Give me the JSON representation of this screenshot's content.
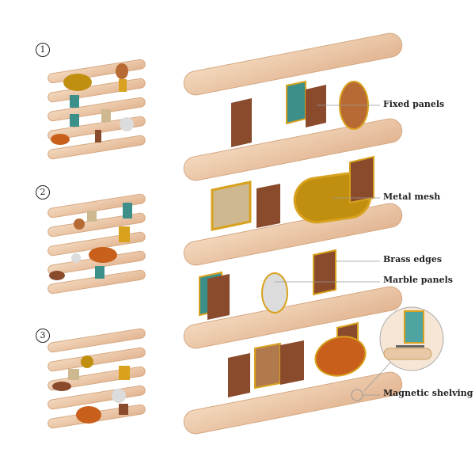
{
  "variants": [
    "1",
    "2",
    "3"
  ],
  "callouts": {
    "fixed_panels": "Fixed panels",
    "metal_mesh": "Metal mesh",
    "brass_edges": "Brass edges",
    "marble_panels": "Marble panels",
    "magnetic_shelving": "Magnetic shelving"
  },
  "colors": {
    "shelf": "#ecc9a8",
    "walnut": "#8a4a2c",
    "teal": "#3d8f8a",
    "brass": "#d8a21e",
    "mesh": "#b98a12",
    "orange": "#c8601c",
    "marble": "#d9d9d9",
    "linen": "#cdb890"
  }
}
